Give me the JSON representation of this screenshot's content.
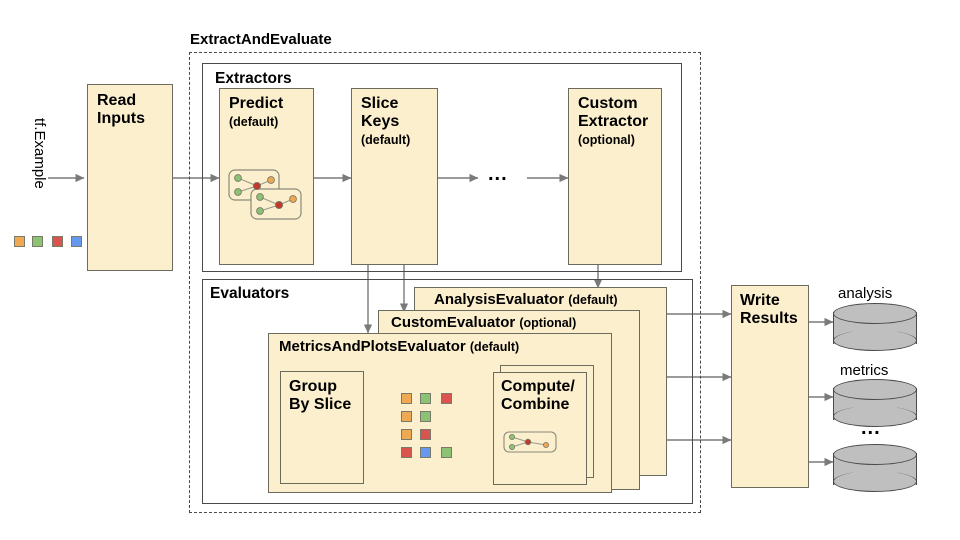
{
  "diagram": {
    "title_visible": false,
    "outer_group": {
      "label": "ExtractAndEvaluate"
    },
    "input": {
      "stream_label": "tf.Example",
      "swatch_colors": [
        "#EFA952",
        "#8CC273",
        "#D9534F",
        "#6699EE"
      ]
    },
    "read_inputs": {
      "label": "Read\nInputs",
      "line1": "Read",
      "line2": "Inputs"
    },
    "extractors": {
      "group_label": "Extractors",
      "items": [
        {
          "name": "Predict",
          "qualifier": "(default)",
          "has_graph_icon": true
        },
        {
          "name": "Slice\nKeys",
          "line1": "Slice",
          "line2": "Keys",
          "qualifier": "(default)",
          "has_graph_icon": false
        },
        {
          "ellipsis": "..."
        },
        {
          "name": "Custom\nExtractor",
          "line1": "Custom",
          "line2": "Extractor",
          "qualifier": "(optional)",
          "has_graph_icon": false
        }
      ]
    },
    "evaluators": {
      "group_label": "Evaluators",
      "stack": [
        {
          "name": "AnalysisEvaluator",
          "qualifier": "(default)"
        },
        {
          "name": "CustomEvaluator",
          "qualifier": "(optional)"
        },
        {
          "name": "MetricsAndPlotsEvaluator",
          "qualifier": "(default)"
        }
      ],
      "metrics_inner": {
        "group_by_slice": {
          "line1": "Group",
          "line2": "By Slice"
        },
        "compute_combine": {
          "line1": "Compute/",
          "line2": "Combine"
        },
        "slice_grid": [
          [
            "#EFA952",
            "#8CC273",
            "#D9534F"
          ],
          [
            "#EFA952",
            "#8CC273"
          ],
          [
            "#EFA952",
            "#D9534F"
          ],
          [
            "#D9534F",
            "#6699EE",
            "#8CC273"
          ]
        ]
      }
    },
    "write_results": {
      "line1": "Write",
      "line2": "Results"
    },
    "outputs": [
      {
        "label": "analysis"
      },
      {
        "label": "metrics"
      },
      {
        "label": "..."
      }
    ],
    "colors": {
      "box_fill": "#FCEFCE",
      "box_stroke": "#6B6B5E",
      "container_stroke": "#4A4A4A",
      "arrow": "#7A7A7A",
      "cylinder_fill": "#BFBFBF"
    }
  }
}
